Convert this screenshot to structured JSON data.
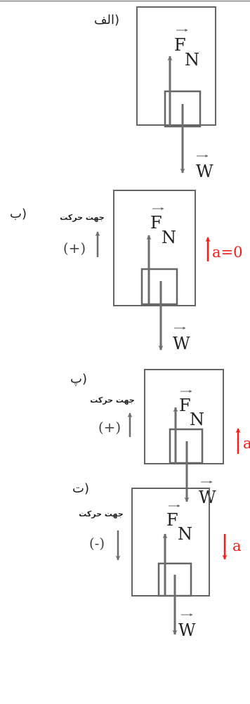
{
  "colors": {
    "ink": "#6d6d6d",
    "frame": "#666666",
    "accent": "#ff1a1a",
    "text": "#222222",
    "rule": "#888888"
  },
  "panels": [
    {
      "label": "الف)",
      "normal_force": "F",
      "normal_sub": "N",
      "weight": "W"
    },
    {
      "label": "ب)",
      "motion_caption": "جهت حرکت",
      "direction_sign": "(+)",
      "normal_force": "F",
      "normal_sub": "N",
      "weight": "W",
      "acceleration": "a=0"
    },
    {
      "label": "پ)",
      "motion_caption": "جهت حرکت",
      "direction_sign": "(+)",
      "normal_force": "F",
      "normal_sub": "N",
      "weight": "W",
      "acceleration": "a"
    },
    {
      "label": "ت)",
      "motion_caption": "جهت حرکت",
      "direction_sign": "(-)",
      "normal_force": "F",
      "normal_sub": "N",
      "weight": "W",
      "acceleration": "a"
    }
  ]
}
